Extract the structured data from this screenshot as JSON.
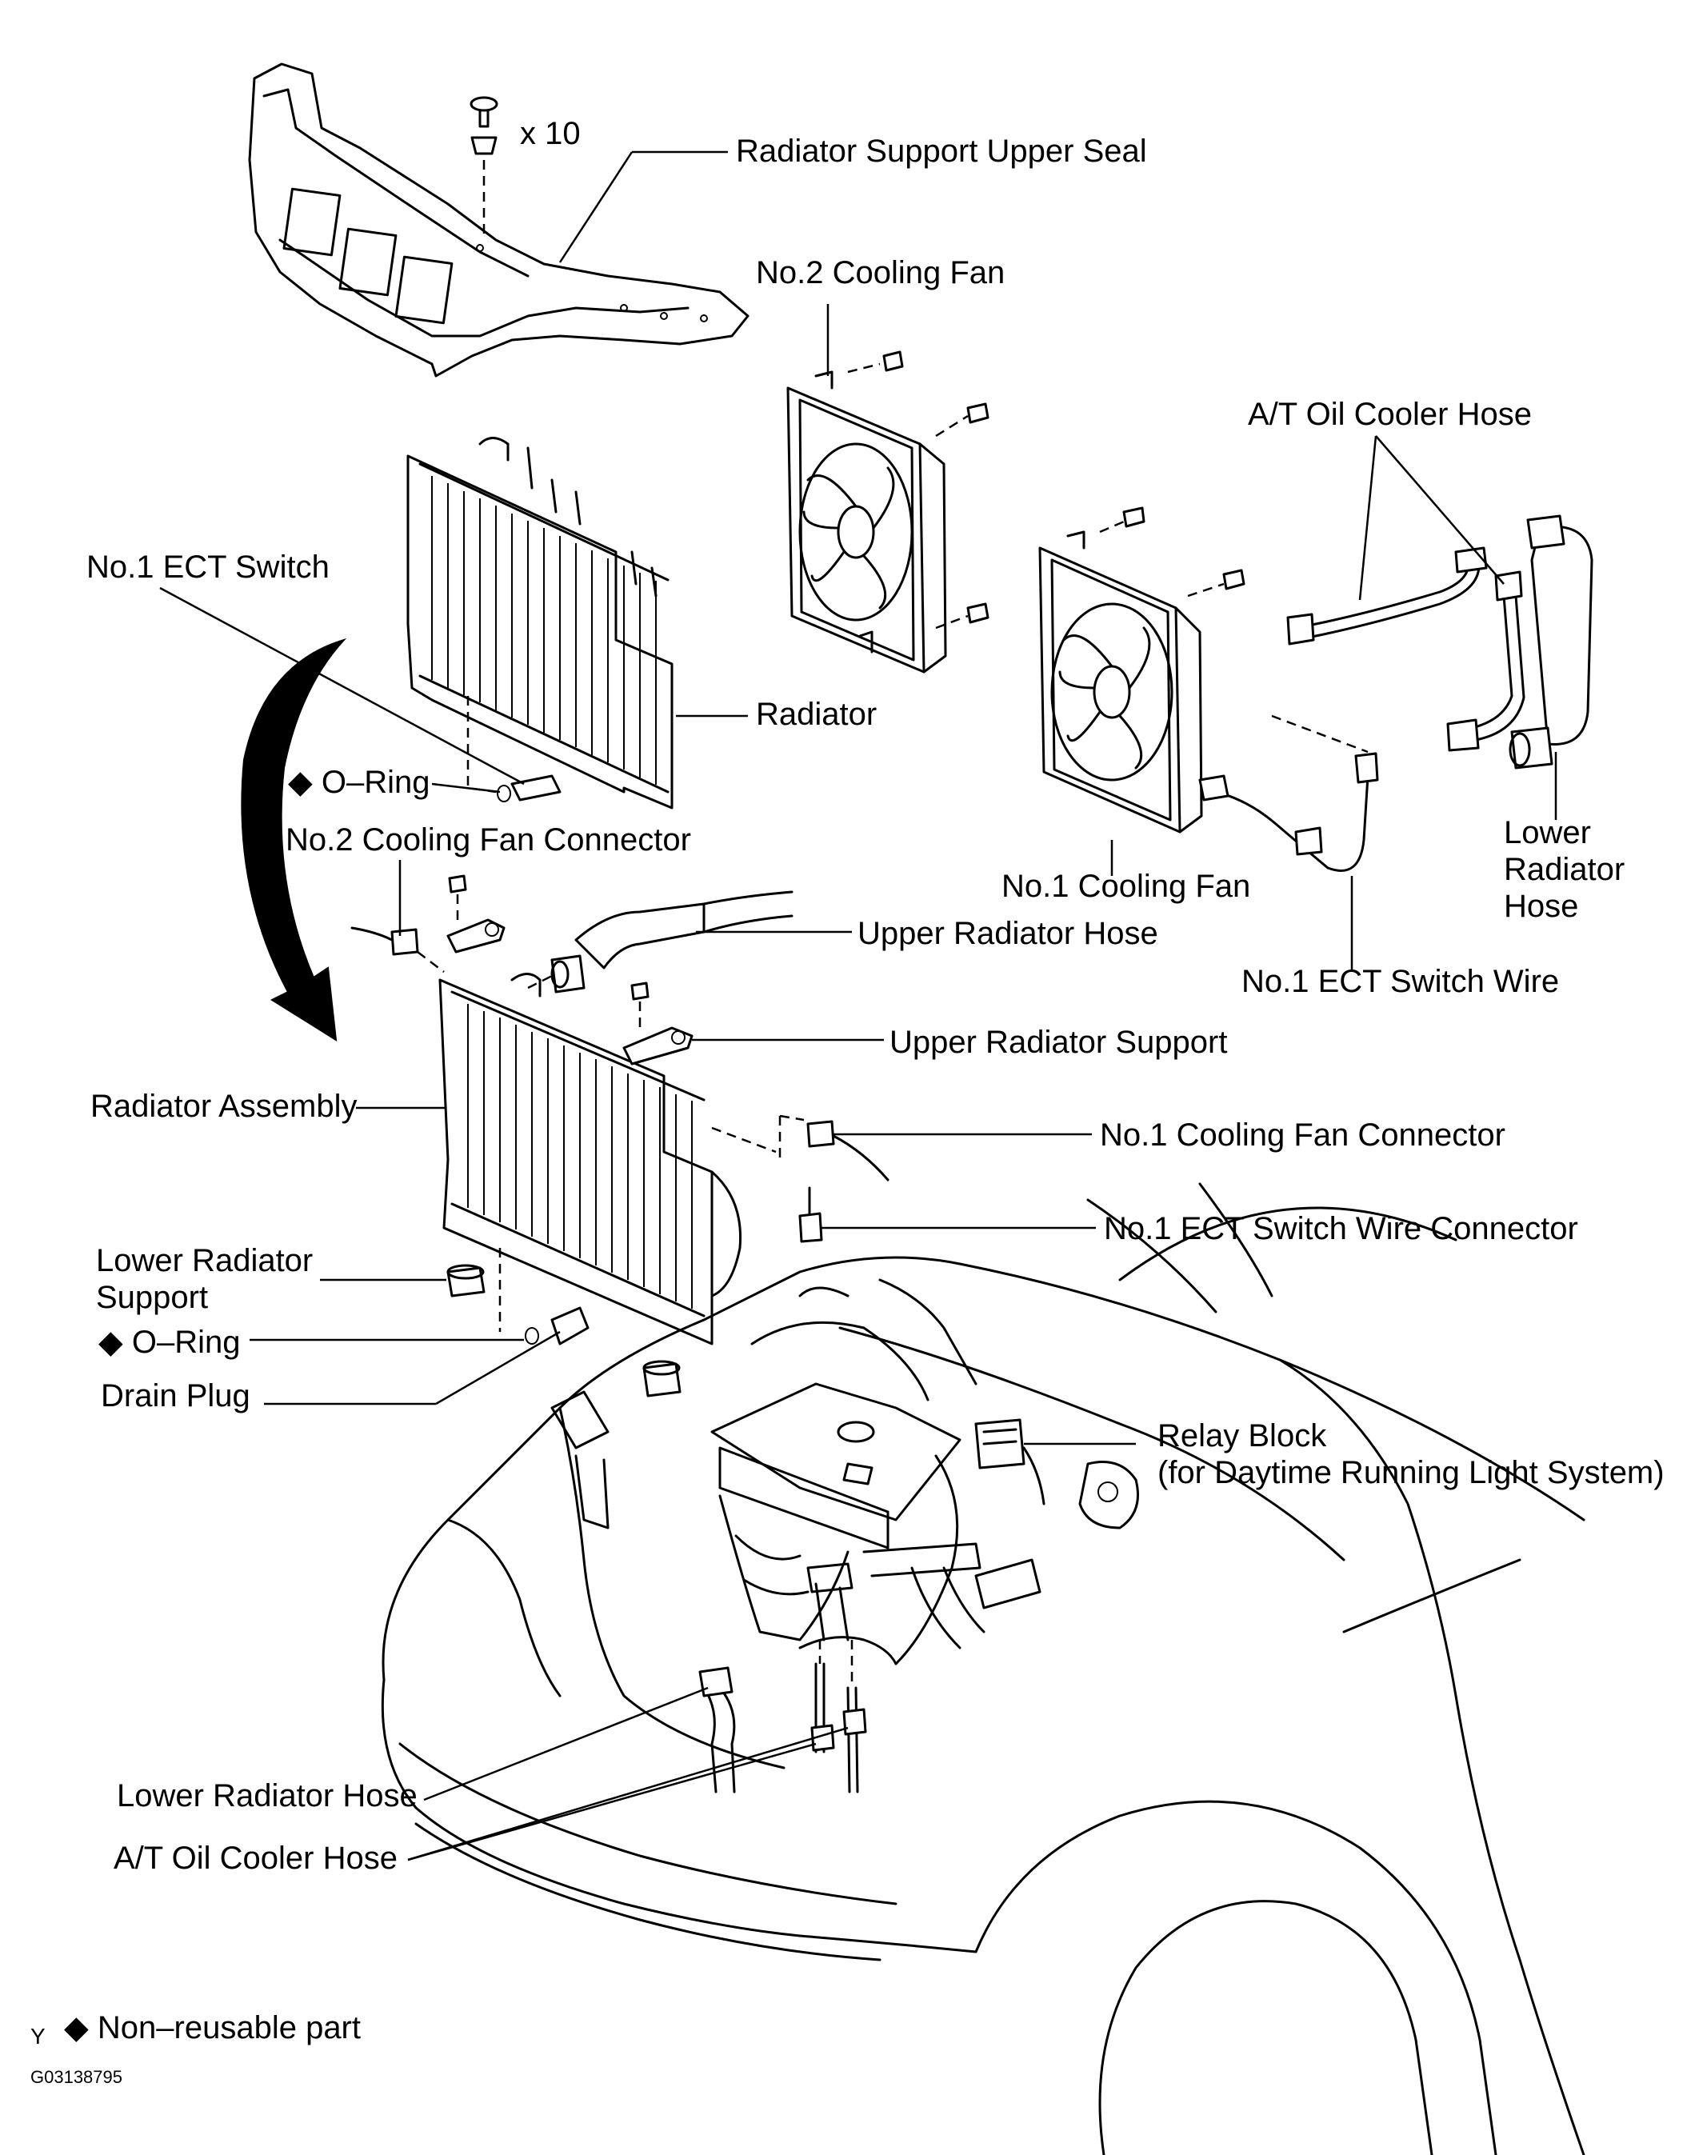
{
  "labels": {
    "qty": "x 10",
    "upper_seal": "Radiator Support Upper Seal",
    "no2_fan": "No.2 Cooling Fan",
    "at_oil_hose_top": "A/T Oil Cooler Hose",
    "no1_ect_switch": "No.1 ECT Switch",
    "radiator": "Radiator",
    "oring_top": "O–Ring",
    "no2_fan_connector": "No.2 Cooling Fan Connector",
    "no1_fan": "No.1 Cooling Fan",
    "lower_hose_right_1": "Lower",
    "lower_hose_right_2": "Radiator",
    "lower_hose_right_3": "Hose",
    "upper_hose": "Upper Radiator Hose",
    "ect_switch_wire": "No.1 ECT Switch Wire",
    "upper_support": "Upper Radiator Support",
    "radiator_assembly": "Radiator Assembly",
    "no1_fan_connector": "No.1 Cooling Fan Connector",
    "ect_wire_connector": "No.1 ECT Switch Wire Connector",
    "lower_support_1": "Lower Radiator",
    "lower_support_2": "Support",
    "oring_bottom": "O–Ring",
    "drain_plug": "Drain Plug",
    "relay_block_1": "Relay Block",
    "relay_block_2": "(for Daytime Running Light System)",
    "lower_hose_bottom": "Lower Radiator Hose",
    "at_oil_hose_bottom": "A/T Oil Cooler Hose",
    "legend_letter": "Y",
    "legend_text": "Non–reusable part",
    "figure_code": "G03138795"
  },
  "symbols": {
    "non_reusable": "◆"
  }
}
